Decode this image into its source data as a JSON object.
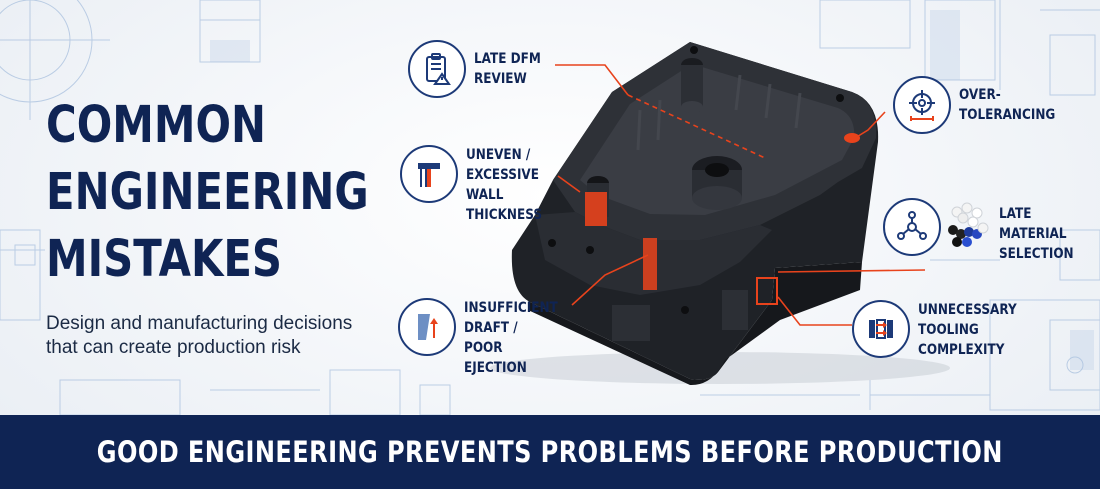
{
  "headline": {
    "lines": [
      "COMMON",
      "ENGINEERING",
      "MISTAKES"
    ]
  },
  "subtitle": {
    "lines": [
      "Design and manufacturing decisions",
      "that can create production risk"
    ]
  },
  "callouts": [
    {
      "icon": "checklist-warning-icon",
      "lines": [
        "LATE DFM",
        "REVIEW"
      ]
    },
    {
      "icon": "wall-section-icon",
      "lines": [
        "UNEVEN /",
        "EXCESSIVE",
        "WALL",
        "THICKNESS"
      ]
    },
    {
      "icon": "draft-angle-icon",
      "lines": [
        "INSUFFICIENT",
        "DRAFT /",
        "POOR",
        "EJECTION"
      ]
    },
    {
      "icon": "crosshair-tolerance-icon",
      "lines": [
        "OVER-",
        "TOLERANCING"
      ]
    },
    {
      "icon": "material-network-icon",
      "lines": [
        "LATE",
        "MATERIAL",
        "SELECTION"
      ]
    },
    {
      "icon": "mold-tooling-icon",
      "lines": [
        "UNNECESSARY",
        "TOOLING",
        "COMPLEXITY"
      ]
    }
  ],
  "footer": {
    "text": "GOOD ENGINEERING PREVENTS PROBLEMS BEFORE PRODUCTION"
  },
  "colors": {
    "navy": "#0f2454",
    "accent": "#e8431c",
    "part": "#2a2d33",
    "blueprint": "#9fb8d8"
  }
}
